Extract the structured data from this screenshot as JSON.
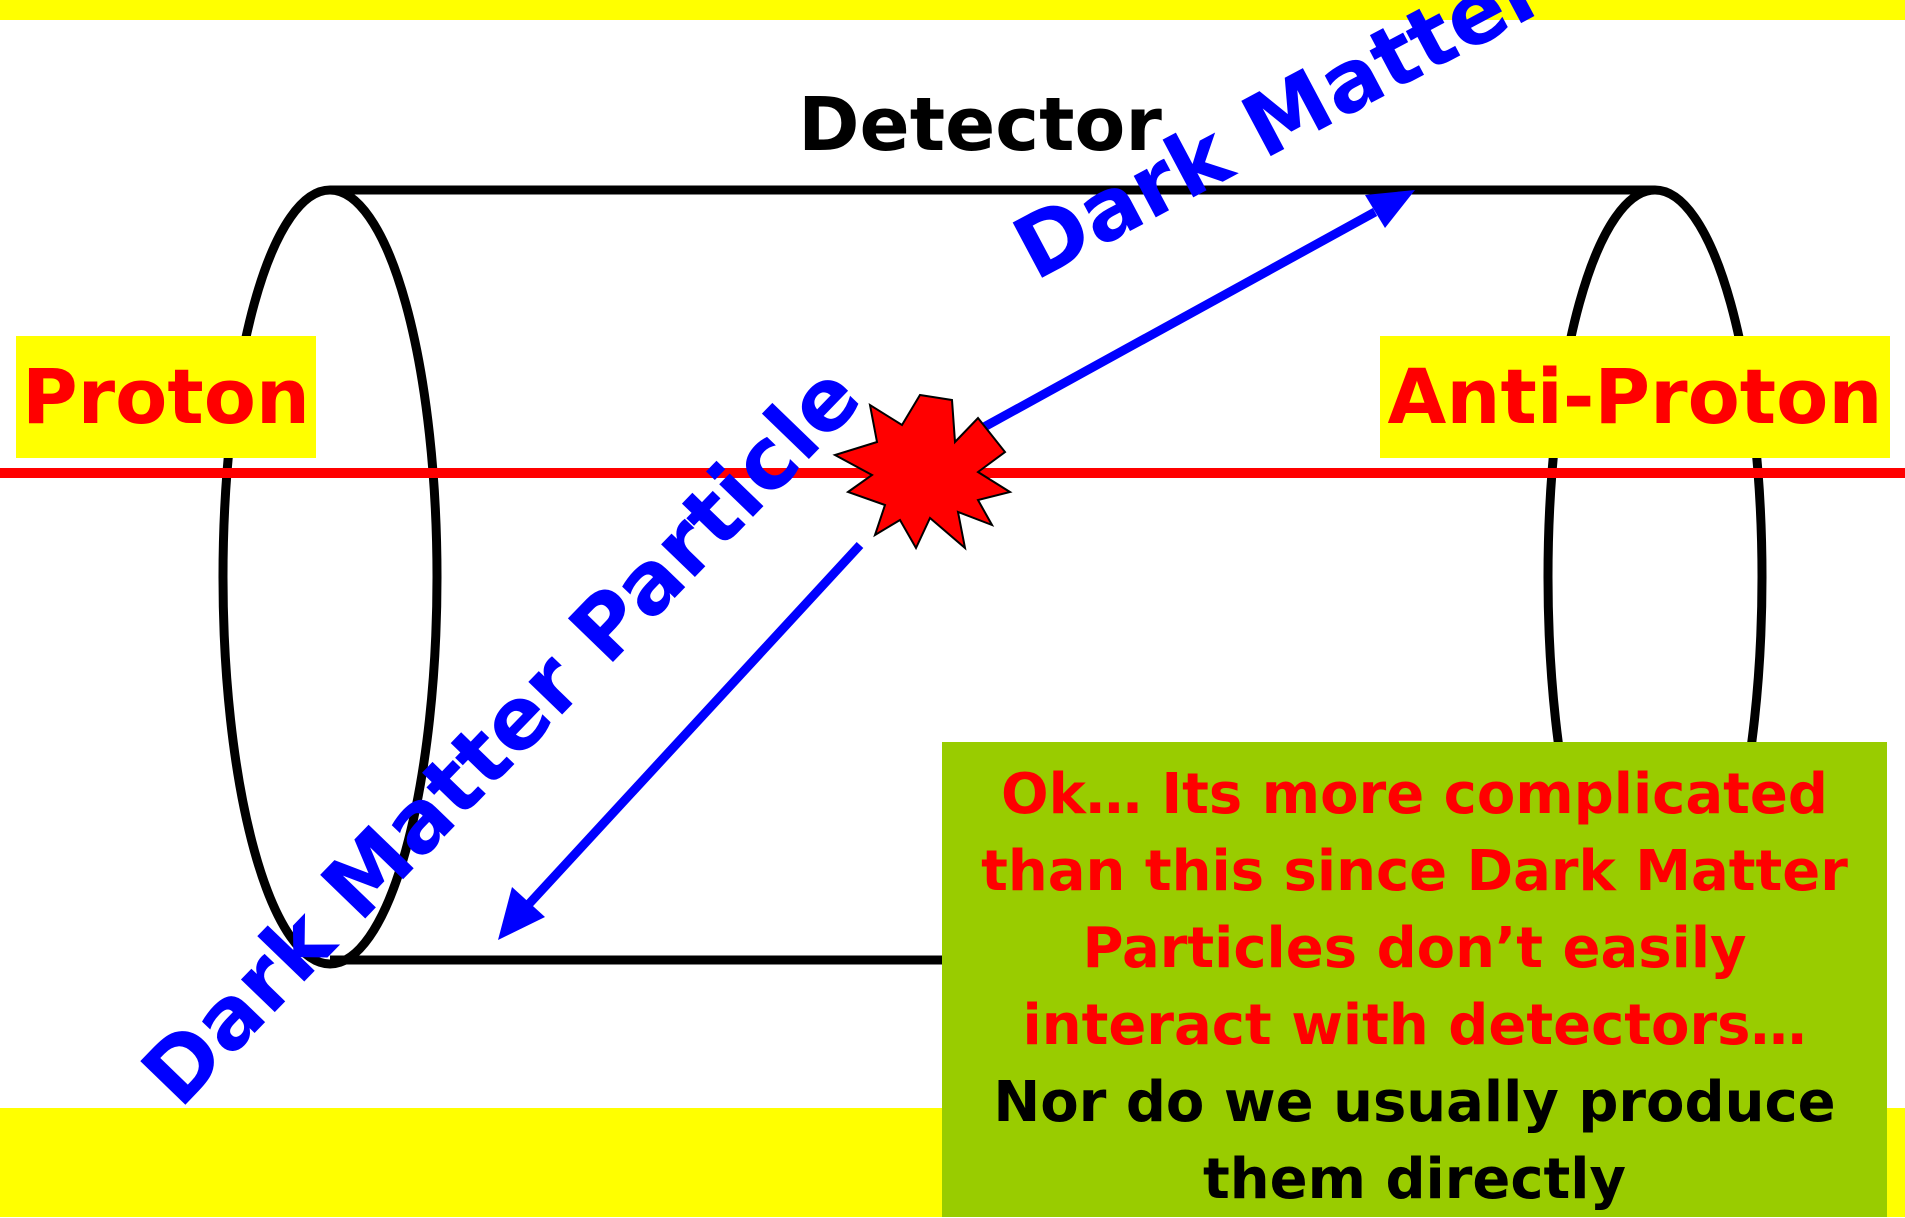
{
  "labels": {
    "detector": "Detector",
    "proton": "Proton",
    "antiproton": "Anti-Proton",
    "dark_matter_particle_upper": "Dark Matter Particle",
    "dark_matter_particle_lower": "Dark Matter Particle"
  },
  "note": {
    "red_lines": [
      "Ok… Its more complicated",
      "than this since Dark Matter",
      "Particles don’t easily",
      "interact with detectors…"
    ],
    "black_lines": [
      "Nor do we usually produce",
      "them directly"
    ]
  },
  "colors": {
    "highlight": "#ffff00",
    "beam": "#ff0000",
    "dark_matter": "#0000ff",
    "note_background": "#99cc00",
    "outline": "#000000"
  },
  "icons": {
    "collision": "collision-burst-icon"
  }
}
